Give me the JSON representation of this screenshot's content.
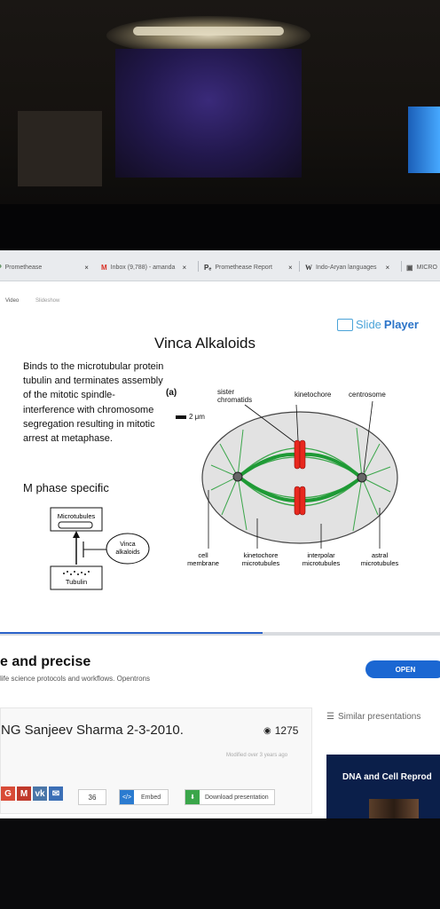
{
  "browser": {
    "tabs": [
      {
        "label": "Promethease",
        "icon": "promethease-icon"
      },
      {
        "label": "Inbox (9,788) - amanda",
        "icon": "gmail-icon"
      },
      {
        "label": "Promethease Report",
        "icon": "promethease-report-icon"
      },
      {
        "label": "Indo-Aryan languages",
        "icon": "wikipedia-icon"
      },
      {
        "label": "MICRO",
        "icon": "page-icon"
      }
    ],
    "close_glyph": "×"
  },
  "subnav": {
    "video": "Video",
    "slideshow": "Slideshow"
  },
  "slide": {
    "logo_slide": "Slide",
    "logo_player": "Player",
    "title": "Vinca Alkaloids",
    "body": "Binds to the microtubular protein tubulin and terminates assembly of the mitotic spindle-interference with chromosome segregation resulting in mitotic arrest at metaphase.",
    "phase_label": "M phase specific",
    "figure": {
      "panel_label": "(a)",
      "scale": "2 μm",
      "label_sister": "sister",
      "label_chromatids": "chromatids",
      "label_kinetochore_top": "kinetochore",
      "label_centrosome": "centrosome",
      "label_cell": "cell",
      "label_membrane": "membrane",
      "label_kt_mt1": "kinetochore",
      "label_kt_mt2": "microtubules",
      "label_ip1": "interpolar",
      "label_ip2": "microtubules",
      "label_as1": "astral",
      "label_as2": "microtubules"
    },
    "diagram": {
      "microtubules": "Microtubules",
      "vinca1": "Vinca",
      "vinca2": "alkaloids",
      "tubulin": "Tubulin"
    }
  },
  "ad": {
    "headline": "e and precise",
    "subline": "life science protocols and workflows. Opentrons",
    "open_label": "OPEN"
  },
  "presentation": {
    "title": "NG Sanjeev Sharma 2-3-2010.",
    "views": "1275",
    "modified": "Modified over 3 years ago",
    "share_count": "36",
    "embed_label": "Embed",
    "download_label": "Download presentation"
  },
  "sidebar": {
    "similar_label": "Similar presentations",
    "card_title": "DNA and Cell Reprod"
  }
}
